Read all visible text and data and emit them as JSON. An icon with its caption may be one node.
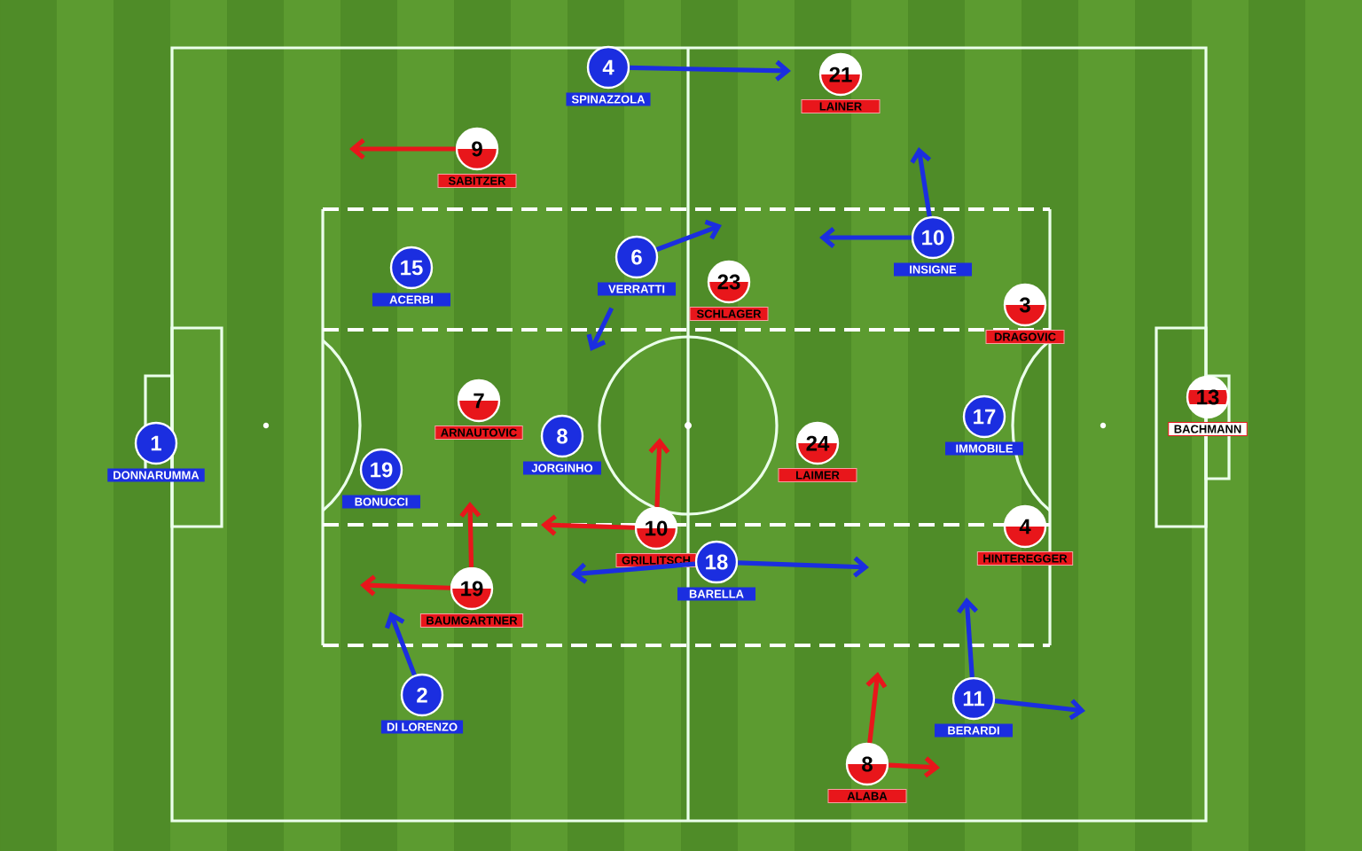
{
  "diagram": {
    "nodes": [
      {
        "text": [
          "4"
        ],
        "beside": [
          "SPINAZZOLA"
        ]
      },
      {
        "text": [
          "21"
        ],
        "beside": [
          "LAINER"
        ]
      },
      {
        "text": [
          "9"
        ],
        "beside": [
          "SABITZER"
        ]
      },
      {
        "text": [
          "10"
        ],
        "beside": [
          "INSIGNE"
        ]
      },
      {
        "text": [
          "6"
        ],
        "beside": [
          "VERRATTI"
        ]
      },
      {
        "text": [
          "15"
        ],
        "beside": [
          "ACERBI"
        ]
      },
      {
        "text": [
          "23"
        ],
        "beside": [
          "SCHLAGER"
        ]
      },
      {
        "text": [
          "3"
        ],
        "beside": [
          "DRAGOVIC"
        ]
      },
      {
        "text": [
          "13"
        ],
        "beside": [
          "BACHMANN"
        ]
      },
      {
        "text": [
          "7"
        ],
        "beside": [
          "ARNAUTOVIC"
        ]
      },
      {
        "text": [
          "17"
        ],
        "beside": [
          "IMMOBILE"
        ]
      },
      {
        "text": [
          "8"
        ],
        "beside": [
          "JORGINHO"
        ]
      },
      {
        "text": [
          "1"
        ],
        "beside": [
          "DONNARUMMA"
        ]
      },
      {
        "text": [
          "24"
        ],
        "beside": [
          "LAIMER"
        ]
      },
      {
        "text": [
          "19"
        ],
        "beside": [
          "BONUCCI"
        ]
      },
      {
        "text": [
          "4"
        ],
        "beside": [
          "HINTEREGGER"
        ]
      },
      {
        "text": [
          "10"
        ],
        "beside": [
          "GRILLITSCH"
        ]
      },
      {
        "text": [
          "18"
        ],
        "beside": [
          "BARELLA"
        ]
      },
      {
        "text": [
          "19"
        ],
        "beside": [
          "BAUMGARTNER"
        ]
      },
      {
        "text": [
          "2"
        ],
        "beside": [
          "DI LORENZO"
        ]
      },
      {
        "text": [
          "11"
        ],
        "beside": [
          "BERARDI"
        ]
      },
      {
        "text": [
          "8"
        ],
        "beside": [
          "ALABA"
        ]
      }
    ],
    "edges": [
      {
        "from": 0,
        "to": null,
        "arrow": "to"
      },
      {
        "from": 2,
        "to": null,
        "arrow": "to",
        "color": "#e8161b"
      },
      {
        "from": 3,
        "to": null,
        "arrow": "to"
      },
      {
        "from": 3,
        "to": null,
        "arrow": "to"
      },
      {
        "from": 4,
        "to": null,
        "arrow": "to"
      },
      {
        "from": 4,
        "to": null,
        "arrow": "to"
      },
      {
        "from": 16,
        "to": null,
        "arrow": "to",
        "color": "#e8161b"
      },
      {
        "from": 16,
        "to": null,
        "arrow": "to",
        "color": "#e8161b"
      },
      {
        "from": 18,
        "to": null,
        "arrow": "to",
        "color": "#e8161b"
      },
      {
        "from": 18,
        "to": null,
        "arrow": "to",
        "color": "#e8161b"
      },
      {
        "from": 17,
        "to": null,
        "arrow": "to"
      },
      {
        "from": 17,
        "to": null,
        "arrow": "to"
      },
      {
        "from": 19,
        "to": null,
        "arrow": "to"
      },
      {
        "from": 20,
        "to": null,
        "arrow": "to"
      },
      {
        "from": 20,
        "to": null,
        "arrow": "to"
      },
      {
        "from": 21,
        "to": null,
        "arrow": "to",
        "color": "#e8161b"
      },
      {
        "from": 21,
        "to": null,
        "arrow": "to",
        "color": "#e8161b"
      }
    ]
  }
}
